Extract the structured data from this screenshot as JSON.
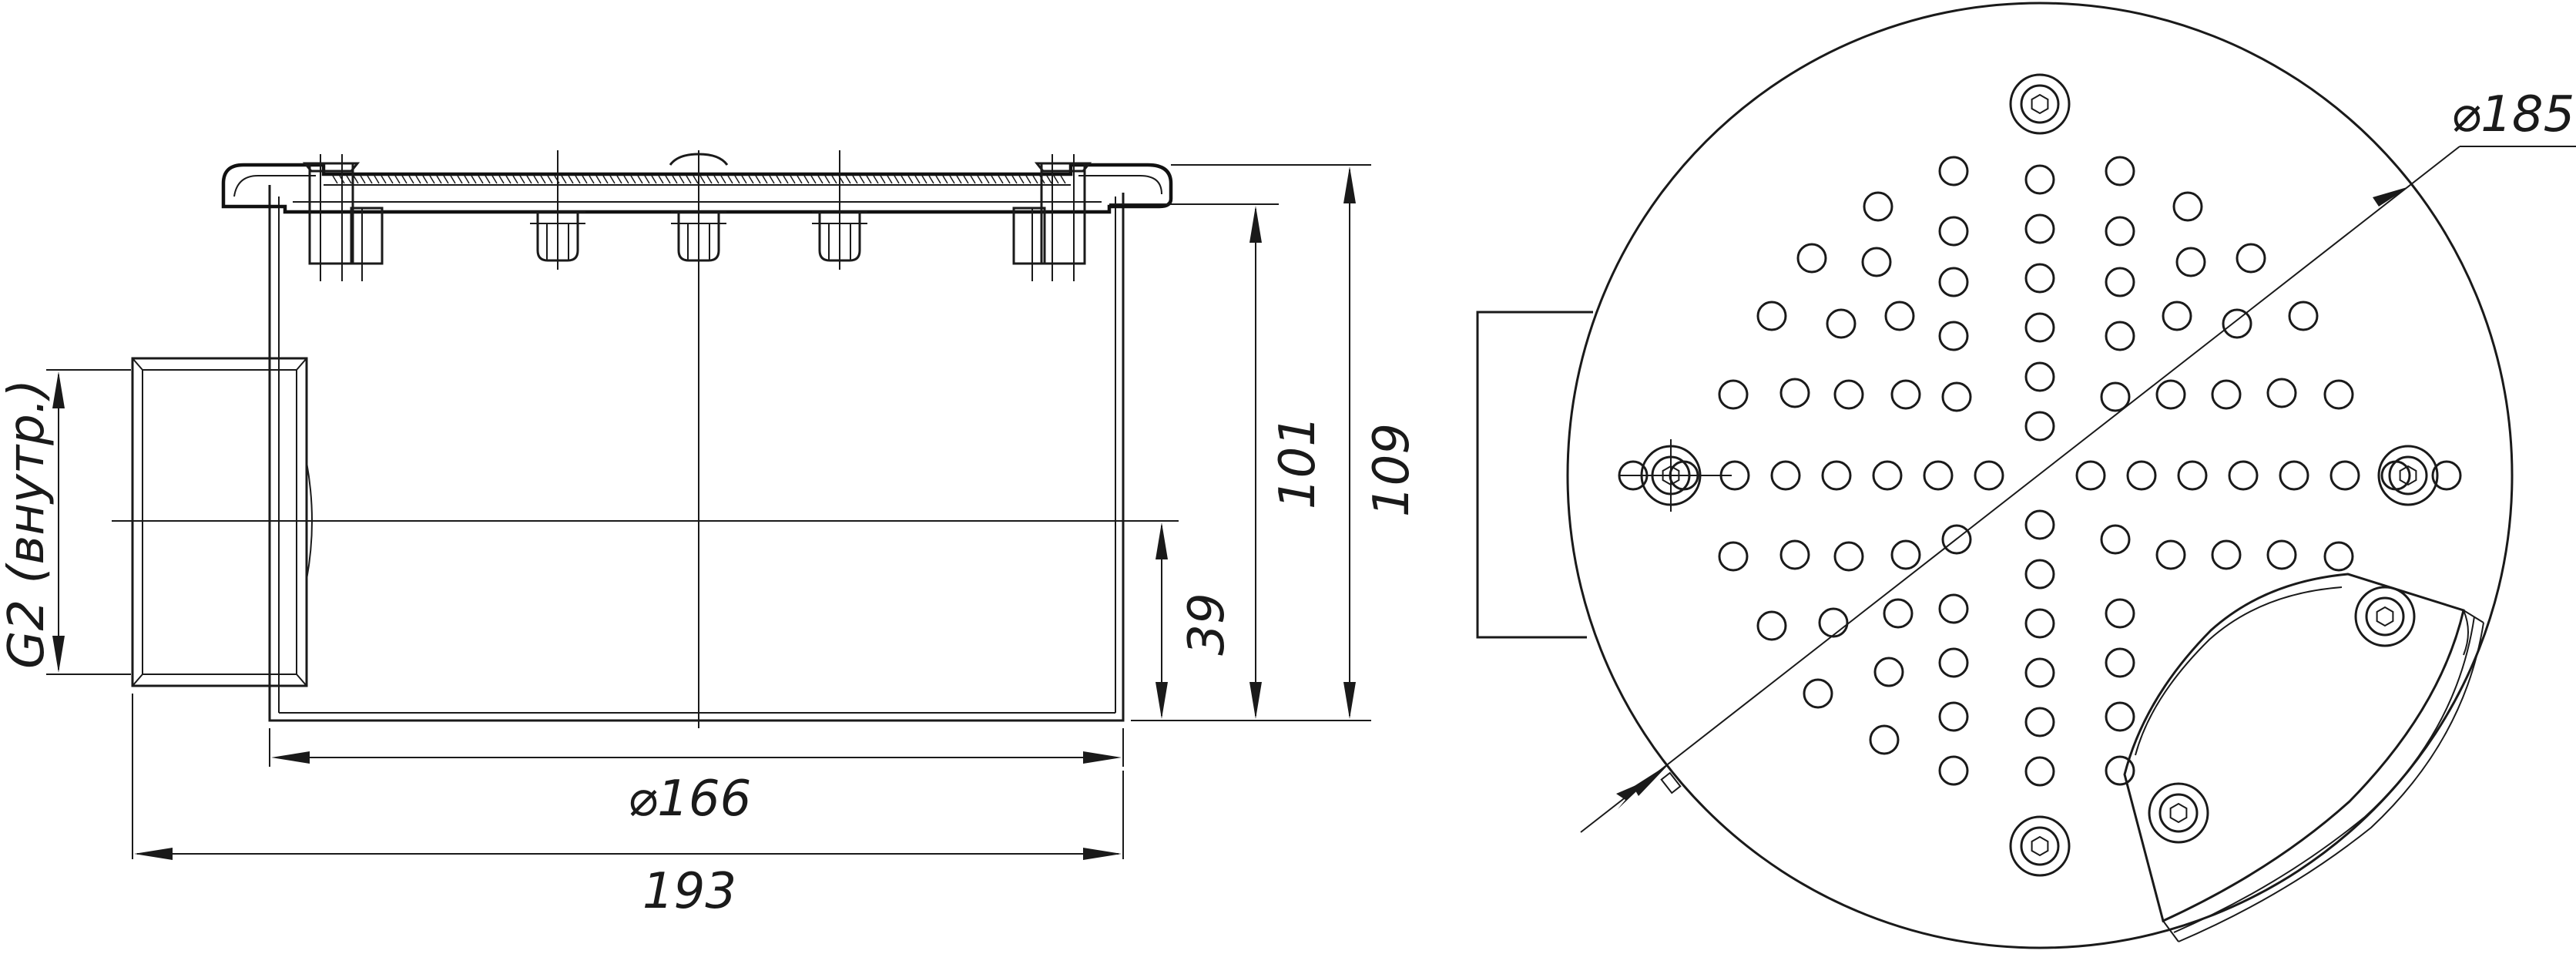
{
  "dimensions": {
    "pipe_diameter": "⌀166",
    "overall_width": "193",
    "height_101": "101",
    "height_109": "109",
    "outlet_height": "39",
    "outlet_thread": "G2 (внутр.)",
    "outer_diameter": "⌀185"
  },
  "colors": {
    "line": "#1a1a1a",
    "background": "#ffffff"
  }
}
